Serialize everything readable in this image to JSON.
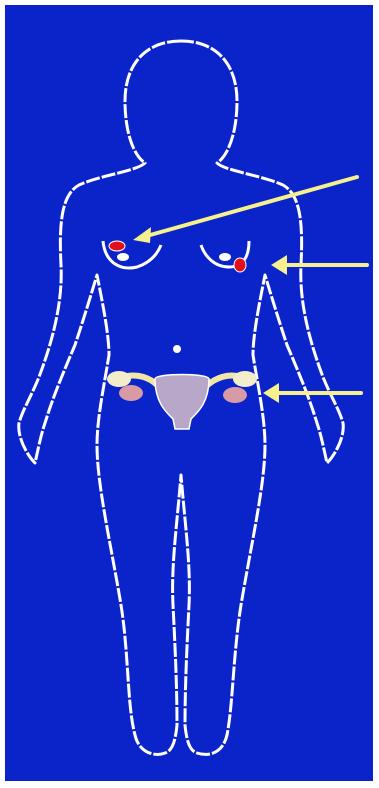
{
  "colors": {
    "background": "#0b24c9",
    "outline": "#ffffff",
    "arrow": "#f6f18c",
    "highlight_red": "#e0101a",
    "uterus": "#b9a7c9",
    "ovary": "#d89aa5",
    "tube": "#f1e6a6"
  },
  "annotations": {
    "arrow_count": 3,
    "targets": [
      "right-breast-lesion",
      "left-axilla-lesion",
      "ovary-region"
    ]
  }
}
